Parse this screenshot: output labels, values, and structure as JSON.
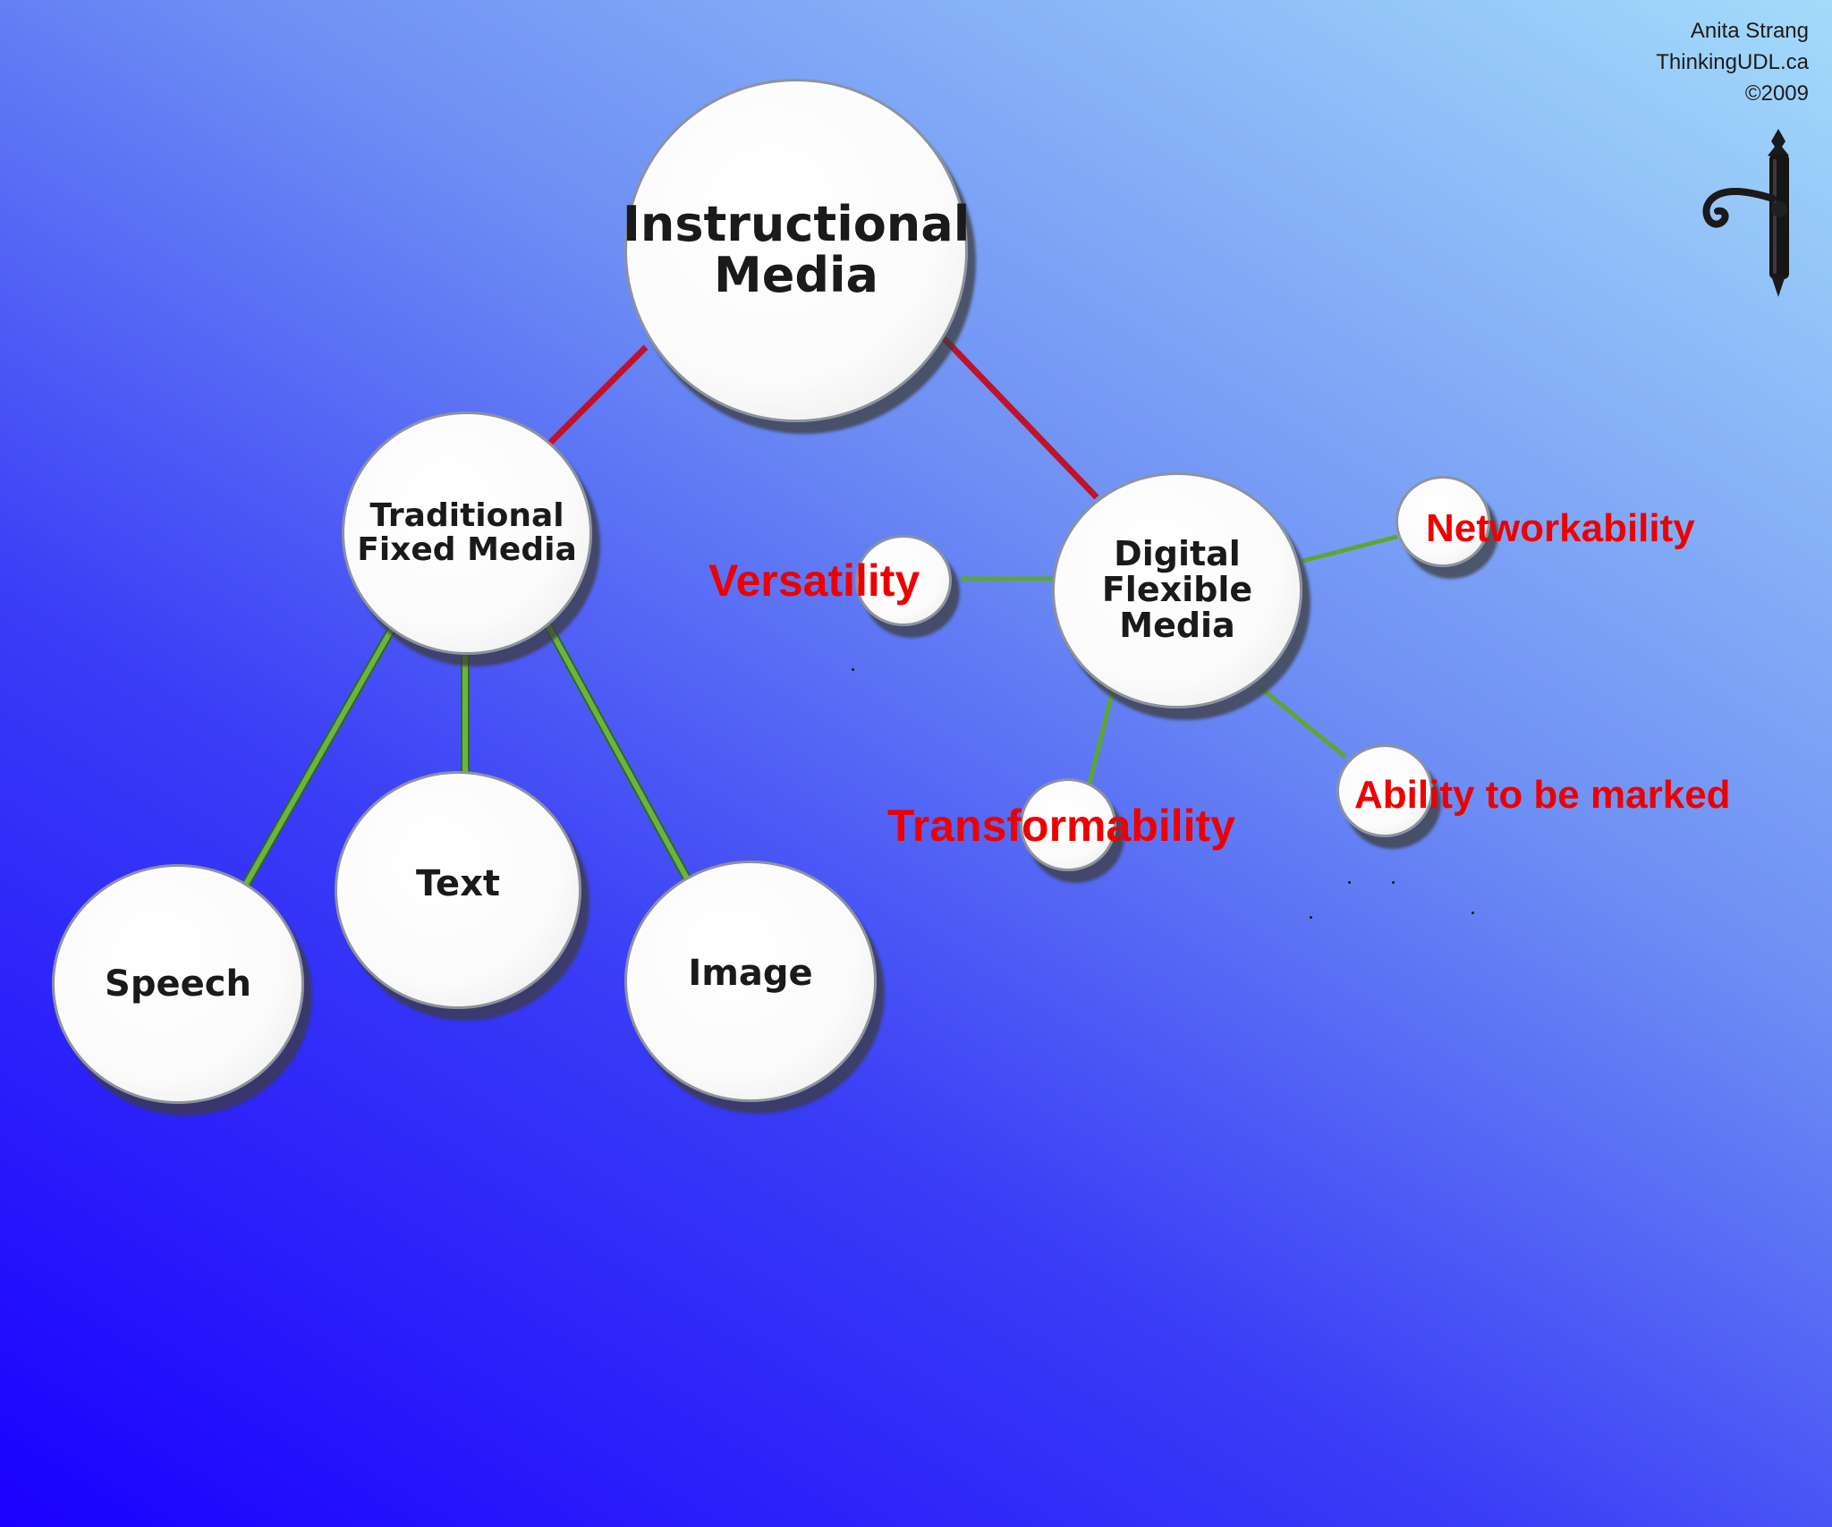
{
  "diagram": {
    "root": {
      "label": "Instructional\nMedia"
    },
    "traditional": {
      "label": "Traditional\nFixed Media",
      "children": [
        "Speech",
        "Text",
        "Image"
      ]
    },
    "digital": {
      "label": "Digital\nFlexible\nMedia",
      "properties": [
        "Versatility",
        "Networkability",
        "Transformability",
        "Ability to be marked"
      ]
    }
  },
  "credit": {
    "author": "Anita Strang",
    "site": "ThinkingUDL.ca",
    "copyright": "©2009"
  },
  "colors": {
    "primary_link": "#c0122a",
    "secondary_link": "#5ea633",
    "property_text": "#ee0000",
    "background_start": "#1b00ff",
    "background_end": "#a4dbfa"
  },
  "icons": [
    "door-latch-icon"
  ]
}
